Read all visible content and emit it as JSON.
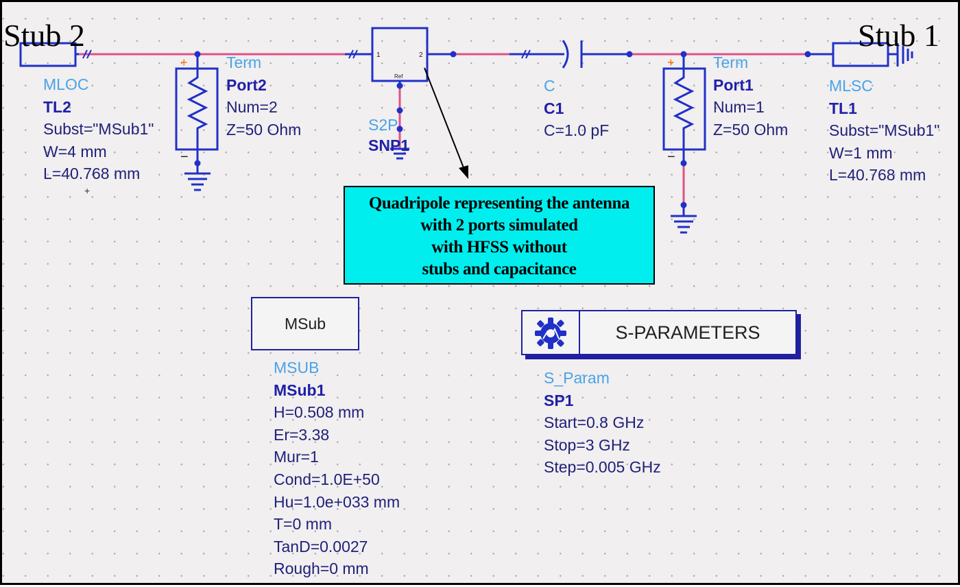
{
  "stub_labels": {
    "left": "Stub 2",
    "right": "Stub 1"
  },
  "annotation": {
    "lines": [
      "Quadripole  representing the antenna",
      "with 2 ports simulated",
      "with HFSS without",
      "stubs and capacitance"
    ]
  },
  "two_port": {
    "pin1": "1",
    "pin2": "2",
    "ref": "Ref"
  },
  "components": {
    "mloc": {
      "type": "MLOC",
      "name": "TL2",
      "params": [
        "Subst=\"MSub1\"",
        "W=4 mm",
        "L=40.768 mm"
      ]
    },
    "term2": {
      "type": "Term",
      "name": "Port2",
      "params": [
        "Num=2",
        "Z=50 Ohm"
      ]
    },
    "s2p": {
      "type": "S2P",
      "name": "SNP1",
      "params": []
    },
    "cap": {
      "type": "C",
      "name": "C1",
      "params": [
        "C=1.0 pF"
      ]
    },
    "term1": {
      "type": "Term",
      "name": "Port1",
      "params": [
        "Num=1",
        "Z=50 Ohm"
      ]
    },
    "mlsc": {
      "type": "MLSC",
      "name": "TL1",
      "params": [
        "Subst=\"MSub1\"",
        "W=1 mm",
        "L=40.768 mm"
      ]
    },
    "msub": {
      "box_label": "MSub",
      "type": "MSUB",
      "name": "MSub1",
      "params": [
        "H=0.508 mm",
        "Er=3.38",
        "Mur=1",
        "Cond=1.0E+50",
        "Hu=1.0e+033 mm",
        "T=0 mm",
        "TanD=0.0027",
        "Rough=0 mm"
      ]
    },
    "sparam": {
      "box_label": "S-PARAMETERS",
      "type": "S_Param",
      "name": "SP1",
      "params": [
        "Start=0.8 GHz",
        "Stop=3 GHz",
        "Step=0.005 GHz"
      ]
    }
  },
  "colors": {
    "wire": "#e0508a",
    "component": "#2030c8",
    "type_text": "#4aa3e8",
    "name_text": "#2020a8",
    "note_fill": "#00eeee"
  }
}
